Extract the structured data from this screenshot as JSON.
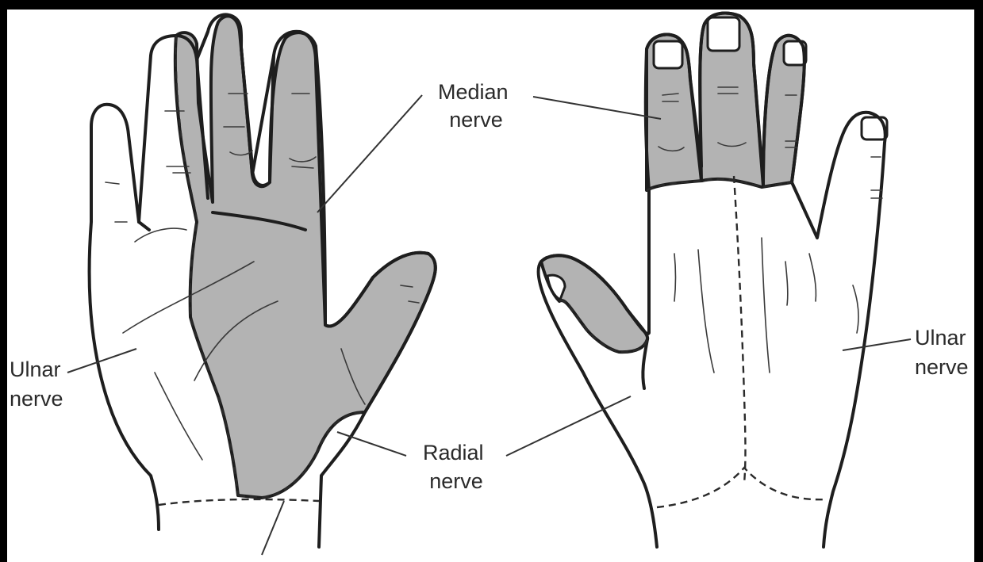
{
  "colors": {
    "frame": "#000000",
    "background": "#ffffff",
    "median_shade": "#b3b3b3",
    "outline": "#1e1e1e"
  },
  "labels": {
    "median": [
      "Median",
      "nerve"
    ],
    "ulnar_left": [
      "Ulnar",
      "nerve"
    ],
    "ulnar_right": [
      "Ulnar",
      "nerve"
    ],
    "radial": [
      "Radial",
      "nerve"
    ]
  }
}
